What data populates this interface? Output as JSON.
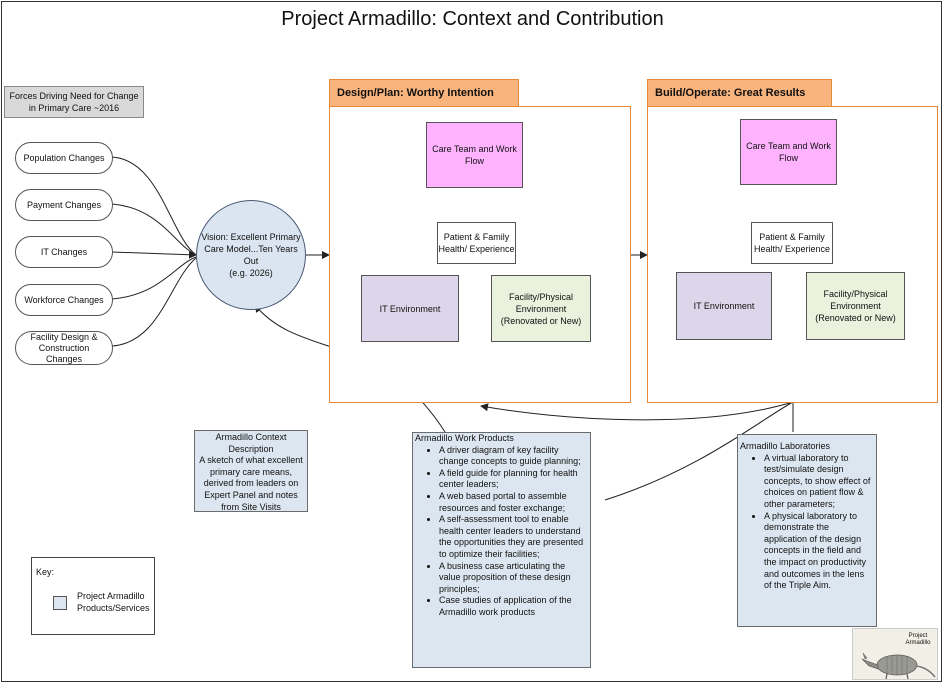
{
  "title": "Project Armadillo:  Context and Contribution",
  "forces_label": "Forces Driving Need for Change in Primary Care ~2016",
  "forces": [
    "Population Changes",
    "Payment Changes",
    "IT Changes",
    "Workforce Changes",
    "Facility Design & Construction Changes"
  ],
  "vision": "Vision:  Excellent Primary Care Model...Ten Years Out\n(e.g. 2026)",
  "phases": [
    {
      "header": "Design/Plan: Worthy Intention",
      "care_team": "Care Team and Work Flow",
      "patient": "Patient & Family Health/ Experience",
      "it": "IT Environment",
      "facility": "Facility/Physical Environment (Renovated or New)"
    },
    {
      "header": "Build/Operate: Great Results",
      "care_team": "Care Team and Work Flow",
      "patient": "Patient & Family Health/ Experience",
      "it": "IT Environment",
      "facility": "Facility/Physical Environment (Renovated or New)"
    }
  ],
  "context_desc": {
    "title": "Armadillo Context Description",
    "body": "A sketch of what excellent primary care means, derived from leaders on Expert Panel and notes from Site Visits"
  },
  "work_products": {
    "title": "Armadillo Work Products",
    "items": [
      "A driver diagram of key facility change concepts to guide planning;",
      "A field guide for planning for health center leaders;",
      "A web based portal to assemble resources and foster exchange;",
      "A self-assessment tool to enable health center leaders to understand the opportunities they are presented to optimize their facilities;",
      "A business case articulating the value proposition of these design principles;",
      "Case studies of application of the Armadillo work products"
    ]
  },
  "laboratories": {
    "title": "Armadillo Laboratories",
    "items": [
      "A virtual laboratory to test/simulate design concepts, to show effect of choices on patient flow & other parameters;",
      "A physical laboratory to demonstrate the application of the design concepts in the field and the impact on productivity and outcomes in the lens of the Triple Aim."
    ]
  },
  "key": {
    "title": "Key:",
    "item": "Project Armadillo Products/Services"
  },
  "logo_text": "Project Armadillo",
  "colors": {
    "care_team": "#ffb3ff",
    "it": "#ddd6ea",
    "facility": "#eaf1dd",
    "note": "#dce6f0",
    "vision": "#dbe5f1",
    "phase_tab": "#f9b37c",
    "panel_border": "#e48a3a",
    "forces_box": "#d9d9d9"
  }
}
